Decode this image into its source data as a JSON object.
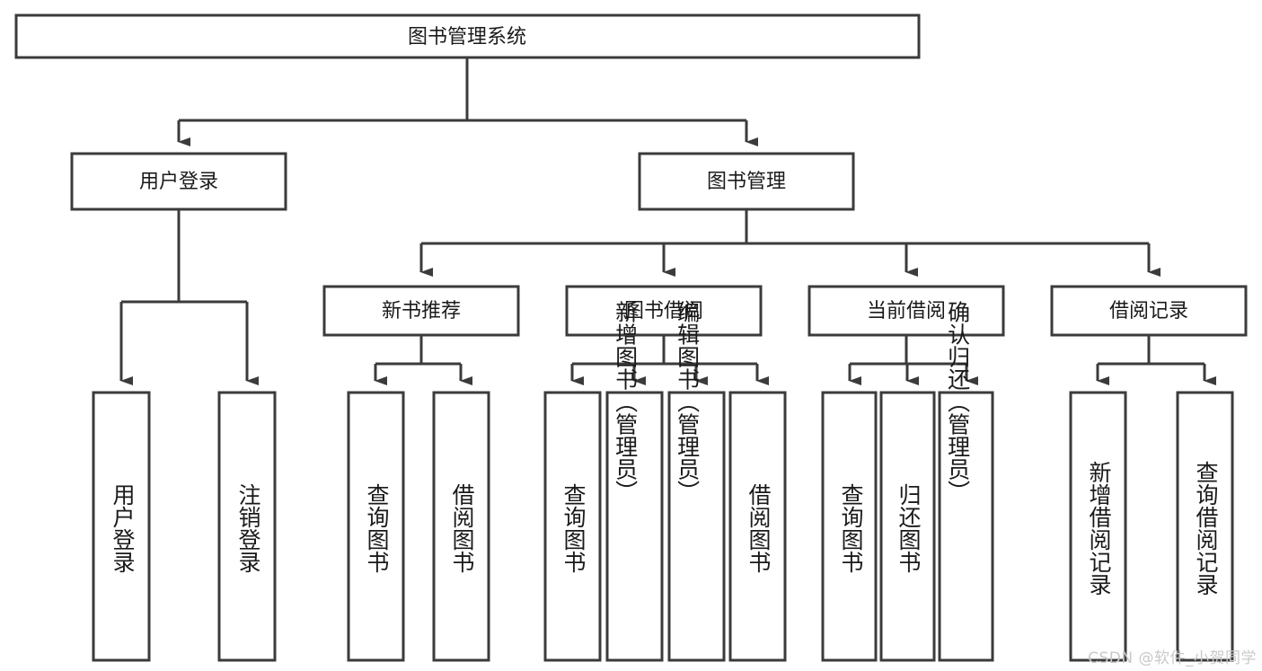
{
  "diagram": {
    "title": "图书管理系统",
    "type": "tree",
    "colors": {
      "box_fill": "#ffffff",
      "box_stroke": "#3b3b3b",
      "line": "#3b3b3b",
      "text": "#1a1a1a",
      "watermark": "#c9c9c9"
    },
    "root": {
      "label": "图书管理系统"
    },
    "level1": [
      {
        "label": "用户登录"
      },
      {
        "label": "图书管理"
      }
    ],
    "level2": [
      {
        "label": "新书推荐"
      },
      {
        "label": "图书借阅"
      },
      {
        "label": "当前借阅"
      },
      {
        "label": "借阅记录"
      }
    ],
    "leaves": {
      "user_login": [
        {
          "label": "用户登录"
        },
        {
          "label": "注销登录"
        }
      ],
      "new_book_recommend": [
        {
          "label": "查询图书"
        },
        {
          "label": "借阅图书"
        }
      ],
      "book_borrow": [
        {
          "label": "查询图书"
        },
        {
          "label": "新增图书（管理员）"
        },
        {
          "label": "编辑图书（管理员）"
        },
        {
          "label": "借阅图书"
        }
      ],
      "current_borrow": [
        {
          "label": "查询图书"
        },
        {
          "label": "归还图书"
        },
        {
          "label": "确认归还（管理员）"
        }
      ],
      "borrow_record": [
        {
          "label": "新增借阅记录"
        },
        {
          "label": "查询借阅记录"
        }
      ]
    }
  },
  "watermark": {
    "text": "CSDN @软件_小贺同学"
  }
}
